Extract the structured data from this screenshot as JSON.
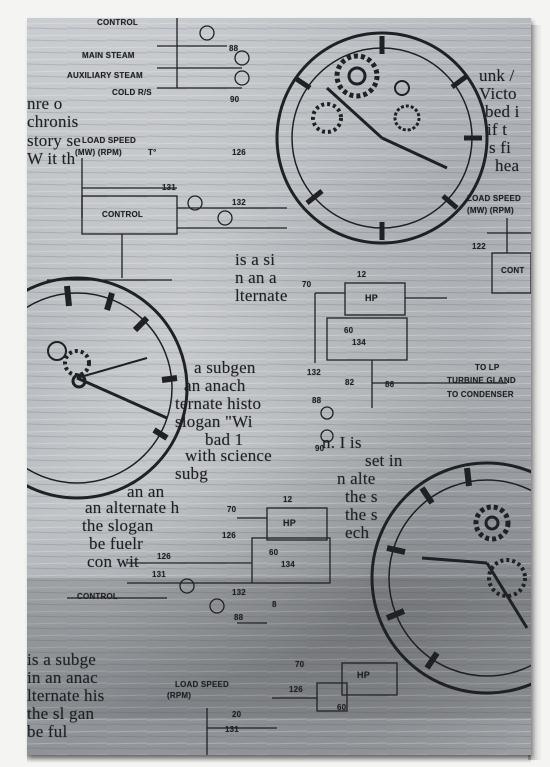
{
  "colors": {
    "ink": "#1f2124",
    "silver": "#a9adb2",
    "wall": "#f4f4f2"
  },
  "diagram_labels": {
    "control_top": "CONTROL",
    "main_steam": "MAIN STEAM",
    "auxiliary_steam": "AUXILIARY STEAM",
    "cold": "COLD R/S",
    "load_speed": "LOAD SPEED",
    "rpm": "(MW) (RPM)",
    "t0": "T°",
    "n126a": "126",
    "n131a": "131",
    "n132a": "132",
    "n88a": "88",
    "n90a": "90",
    "control_mid": "CONTROL",
    "hp1": "HP",
    "n12a": "12",
    "n70a": "70",
    "n60a": "60",
    "n134a": "134",
    "n132b": "132",
    "n82": "82",
    "n86": "86",
    "n88b": "88",
    "n90b": "90",
    "turbine_gland": "TURBINE GLAND",
    "to_condenser": "TO CONDENSER",
    "to_lp": "TO LP",
    "load_speed_right": "LOAD SPEED",
    "mw_right": "(MW) (RPM)",
    "n122": "122",
    "cont_right": "CONT",
    "hp2": "HP",
    "n12b": "12",
    "n70b": "70",
    "n126b": "126",
    "n60b": "60",
    "n134b": "134",
    "n126c": "126",
    "n131b": "131",
    "n132c": "132",
    "n88c": "88",
    "control_low": "CONTROL",
    "n8": "8",
    "hp3": "HP",
    "n70c": "70",
    "n126d": "126",
    "n60c": "60",
    "n20": "20",
    "n131c": "131",
    "load_speed_bottom": "LOAD SPEED",
    "rpm_bottom": "(RPM)"
  },
  "text_fragments": {
    "r1": "nre o",
    "r2": "chronis",
    "r3": "story se",
    "r4": "W it th",
    "c1": "is a si",
    "c2": "n an a",
    "c3": "lternate",
    "m1": "a subgen",
    "m2": "an anach",
    "m3": "ternate histo",
    "m4": "slogan \"Wi",
    "m5": "bad 1",
    "m6": "with science",
    "m7": "subg",
    "m8": "an an",
    "m9": "an alternate h",
    "m10": "the slogan",
    "m11": "be fuelr",
    "m12": "con wit",
    "rr1": "n. I is",
    "rr2": "set in",
    "rr3": "n alte",
    "rr4": "the s",
    "rr5": "the s",
    "rr6": "ech",
    "tr1": "unk /",
    "tr2": "Victo",
    "tr3": "bed i",
    "tr4": "if t",
    "tr5": "s fi",
    "tr6": "hea",
    "b1": "is a subge",
    "b2": "in an anac",
    "b3": "lternate his",
    "b4": "the sl gan",
    "b5": "be ful"
  }
}
